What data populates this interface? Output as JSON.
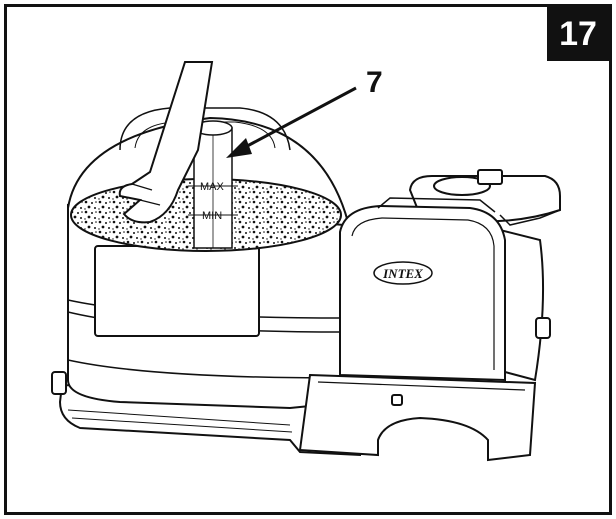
{
  "figure": {
    "step_number": "17",
    "callout_number": "7",
    "max_label": "MAX",
    "min_label": "MIN",
    "brand_label": "INTEX"
  }
}
